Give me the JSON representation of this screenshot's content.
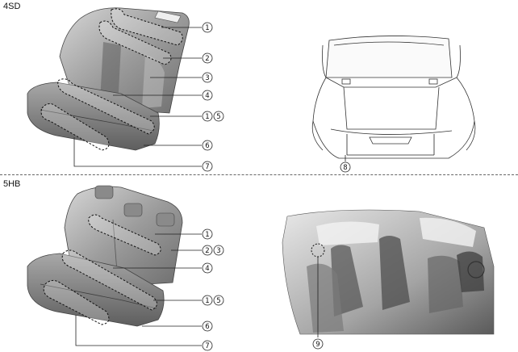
{
  "sections": {
    "sedan": "4SD",
    "hatchback": "5HB"
  },
  "callouts": {
    "sedan_seat": [
      "1",
      "2",
      "3",
      "4",
      "1",
      "5",
      "6",
      "7"
    ],
    "sedan_trunk": [
      "8"
    ],
    "hatch_seat": [
      "1",
      "2",
      "3",
      "4",
      "1",
      "5",
      "6",
      "7"
    ],
    "hatch_cabin": [
      "9"
    ]
  },
  "colors": {
    "seat_dark": "#6f6f6f",
    "seat_mid": "#9a9a9a",
    "seat_light": "#c8c8c8",
    "line": "#222222"
  }
}
